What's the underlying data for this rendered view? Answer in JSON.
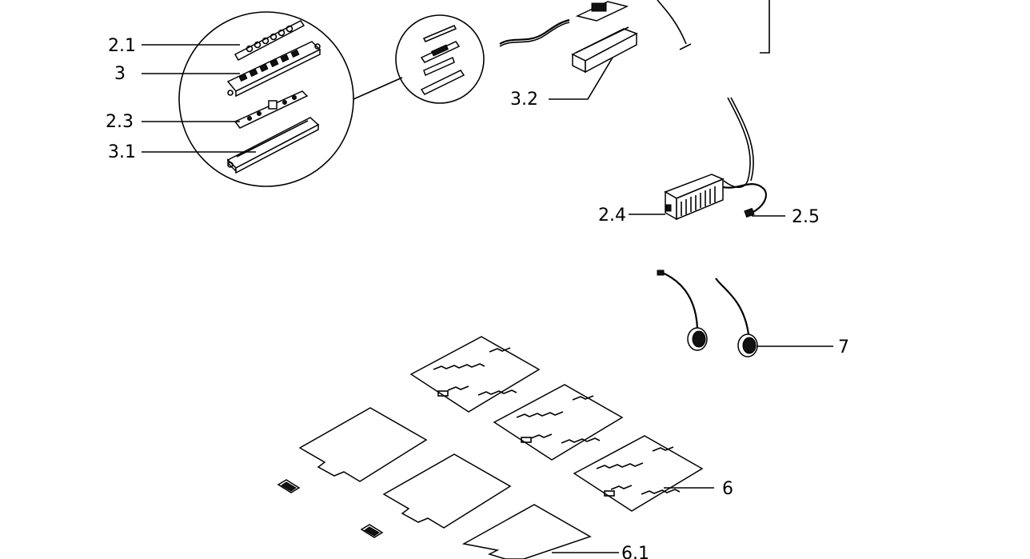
{
  "labels": {
    "l21": "2.1",
    "l3": "3",
    "l23": "2.3",
    "l31": "3.1",
    "l32": "3.2",
    "l24": "2.4",
    "l25": "2.5",
    "l7": "7",
    "l6": "6",
    "l61": "6.1"
  }
}
